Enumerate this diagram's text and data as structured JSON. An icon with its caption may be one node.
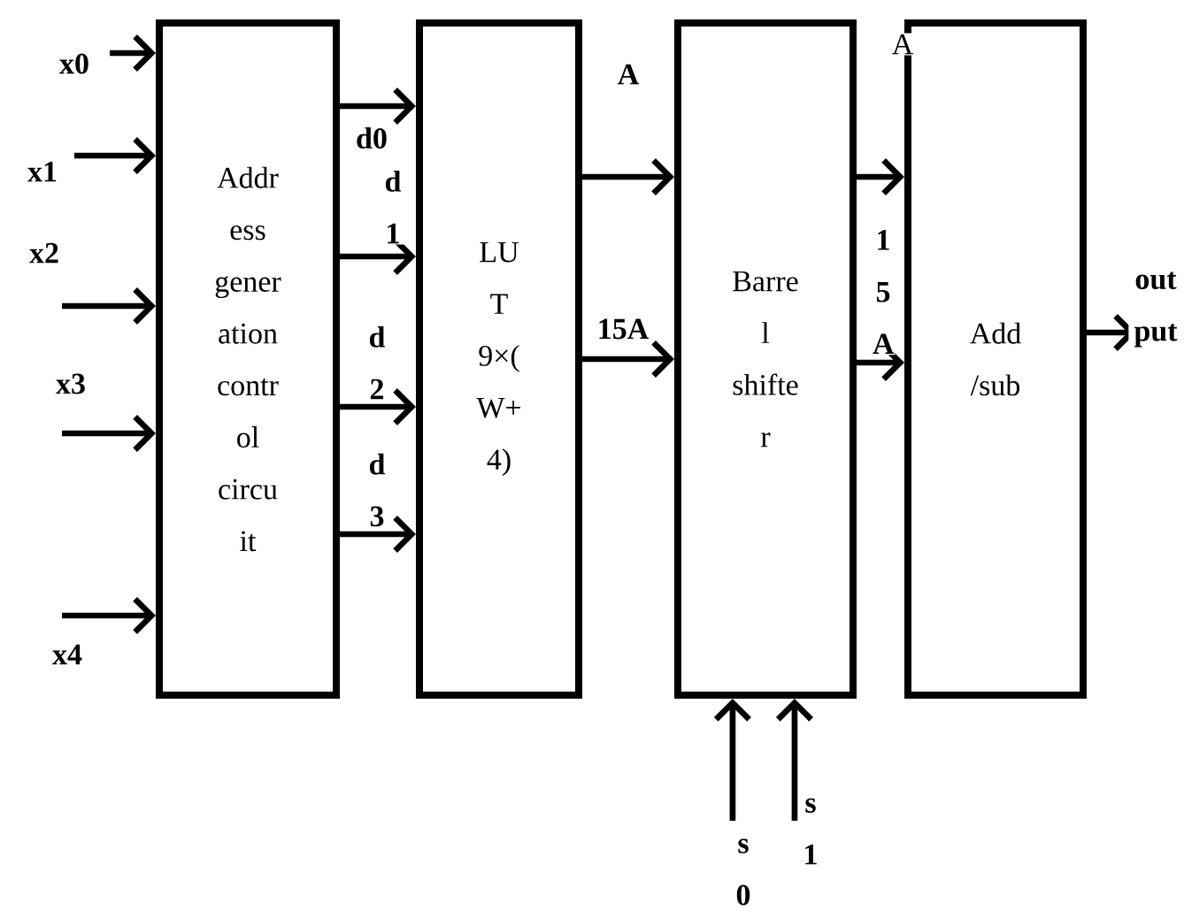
{
  "diagram": {
    "nodes": [
      {
        "text": [
          "Addr ess gener ation contr ol circu it"
        ]
      },
      {
        "text": [
          "LU T 9×( W+ 4)"
        ]
      },
      {
        "text": [
          "Barre l shifte r"
        ]
      },
      {
        "text": [
          "Add /sub"
        ]
      }
    ],
    "edges": [
      {
        "from": null,
        "to": 0,
        "arrow": "to",
        "label": "x0"
      },
      {
        "from": null,
        "to": 0,
        "arrow": "to",
        "label": "x1"
      },
      {
        "from": null,
        "to": 0,
        "arrow": "to",
        "label": "x2"
      },
      {
        "from": null,
        "to": 0,
        "arrow": "to",
        "label": "x3"
      },
      {
        "from": null,
        "to": 0,
        "arrow": "to",
        "label": "x4"
      },
      {
        "from": 0,
        "to": 1,
        "arrow": "to",
        "label": "d0"
      },
      {
        "from": 0,
        "to": 1,
        "arrow": "to",
        "label": "d 1"
      },
      {
        "from": 0,
        "to": 1,
        "arrow": "to",
        "label": "d 2"
      },
      {
        "from": 0,
        "to": 1,
        "arrow": "to",
        "label": "d 3"
      },
      {
        "from": 1,
        "to": 2,
        "arrow": "to",
        "label": "A"
      },
      {
        "from": 1,
        "to": 2,
        "arrow": "to",
        "label": "15A"
      },
      {
        "from": 2,
        "to": 3,
        "arrow": "to",
        "label": "A"
      },
      {
        "from": 2,
        "to": 3,
        "arrow": "to",
        "label": "1 5 A"
      },
      {
        "from": 3,
        "to": null,
        "arrow": "to",
        "label": "out put"
      },
      {
        "from": null,
        "to": 2,
        "arrow": "to",
        "label": "s 0"
      },
      {
        "from": null,
        "to": 2,
        "arrow": "to",
        "label": "s 1"
      }
    ]
  }
}
